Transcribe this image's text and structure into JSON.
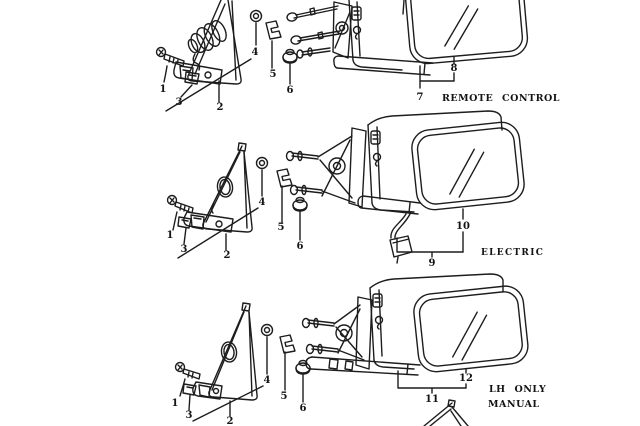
{
  "diagram": {
    "type": "exploded-parts-diagram",
    "subject": "door mirror assemblies",
    "colors": {
      "ink": "#1d1d1d",
      "paper": "#ffffff",
      "highlight_bg": "#3fd53a",
      "highlight_text": "#0e230e",
      "redaction": "#000000"
    },
    "sections": {
      "remote": {
        "caption": "REMOTE CONTROL",
        "callouts": {
          "n1": "1",
          "n2": "2",
          "n3": "3",
          "n4": "4",
          "n5": "5",
          "n6": "6",
          "n7": "7",
          "n8": "8"
        }
      },
      "electric": {
        "caption": "ELECTRIC",
        "callouts": {
          "n1": "1",
          "n2": "2",
          "n3": "3",
          "n4": "4",
          "n5": "5",
          "n6": "6",
          "n9": "9",
          "n10": "10"
        }
      },
      "manual": {
        "caption_line1": "LH ONLY",
        "caption_line2": "MANUAL",
        "callouts": {
          "n1": "1",
          "n2": "2",
          "n3": "3",
          "n4": "4",
          "n5": "5",
          "n6": "6",
          "n11": "11",
          "n12": "12"
        }
      }
    }
  }
}
